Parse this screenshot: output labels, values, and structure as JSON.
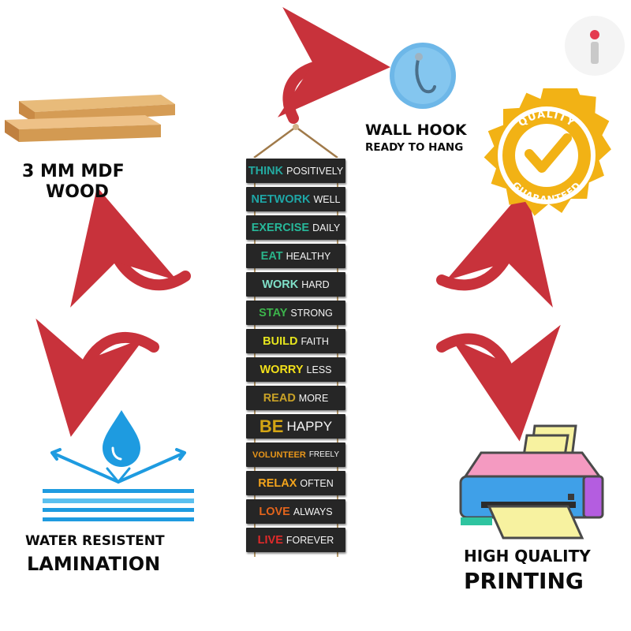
{
  "colors": {
    "arrow_red": "#c8323b",
    "board_bg": "#262626",
    "water_blue": "#1e9be0",
    "gold": "#f2b215"
  },
  "features": {
    "mdf": {
      "line1": "3 MM MDF",
      "line2": "WOOD",
      "icon": "wood-planks-icon"
    },
    "hook": {
      "title": "WALL HOOK",
      "subtitle": "READY TO HANG",
      "icon": "wall-hook-icon"
    },
    "quality": {
      "top": "QUALITY",
      "bottom": "GUARANTEED",
      "icon": "checkmark-icon"
    },
    "water": {
      "line1": "WATER RESISTENT",
      "line2": "LAMINATION",
      "icon": "water-drop-icon"
    },
    "printing": {
      "line1": "HIGH QUALITY",
      "line2": "PRINTING",
      "icon": "printer-icon"
    }
  },
  "board": {
    "planks": [
      {
        "word": "THINK",
        "rest": "POSITIVELY",
        "color": "#23a9a0"
      },
      {
        "word": "NETWORK",
        "rest": "WELL",
        "color": "#1ea6a6"
      },
      {
        "word": "EXERCISE",
        "rest": "DAILY",
        "color": "#27b89a"
      },
      {
        "word": "EAT",
        "rest": "HEALTHY",
        "color": "#2ab48a"
      },
      {
        "word": "WORK",
        "rest": "HARD",
        "color": "#7fe0c8"
      },
      {
        "word": "STAY",
        "rest": "STRONG",
        "color": "#3cb44b"
      },
      {
        "word": "BUILD",
        "rest": "FAITH",
        "color": "#e6e51e"
      },
      {
        "word": "WORRY",
        "rest": "LESS",
        "color": "#f2e01a"
      },
      {
        "word": "READ",
        "rest": "MORE",
        "color": "#c9a227"
      },
      {
        "word": "BE",
        "rest": "HAPPY",
        "color": "#d4a514"
      },
      {
        "word": "VOLUNTEER",
        "rest": "FREELY",
        "color": "#e8961a"
      },
      {
        "word": "RELAX",
        "rest": "OFTEN",
        "color": "#f3a41c"
      },
      {
        "word": "LOVE",
        "rest": "ALWAYS",
        "color": "#e3641c"
      },
      {
        "word": "LIVE",
        "rest": "FOREVER",
        "color": "#e02a2a"
      }
    ]
  }
}
